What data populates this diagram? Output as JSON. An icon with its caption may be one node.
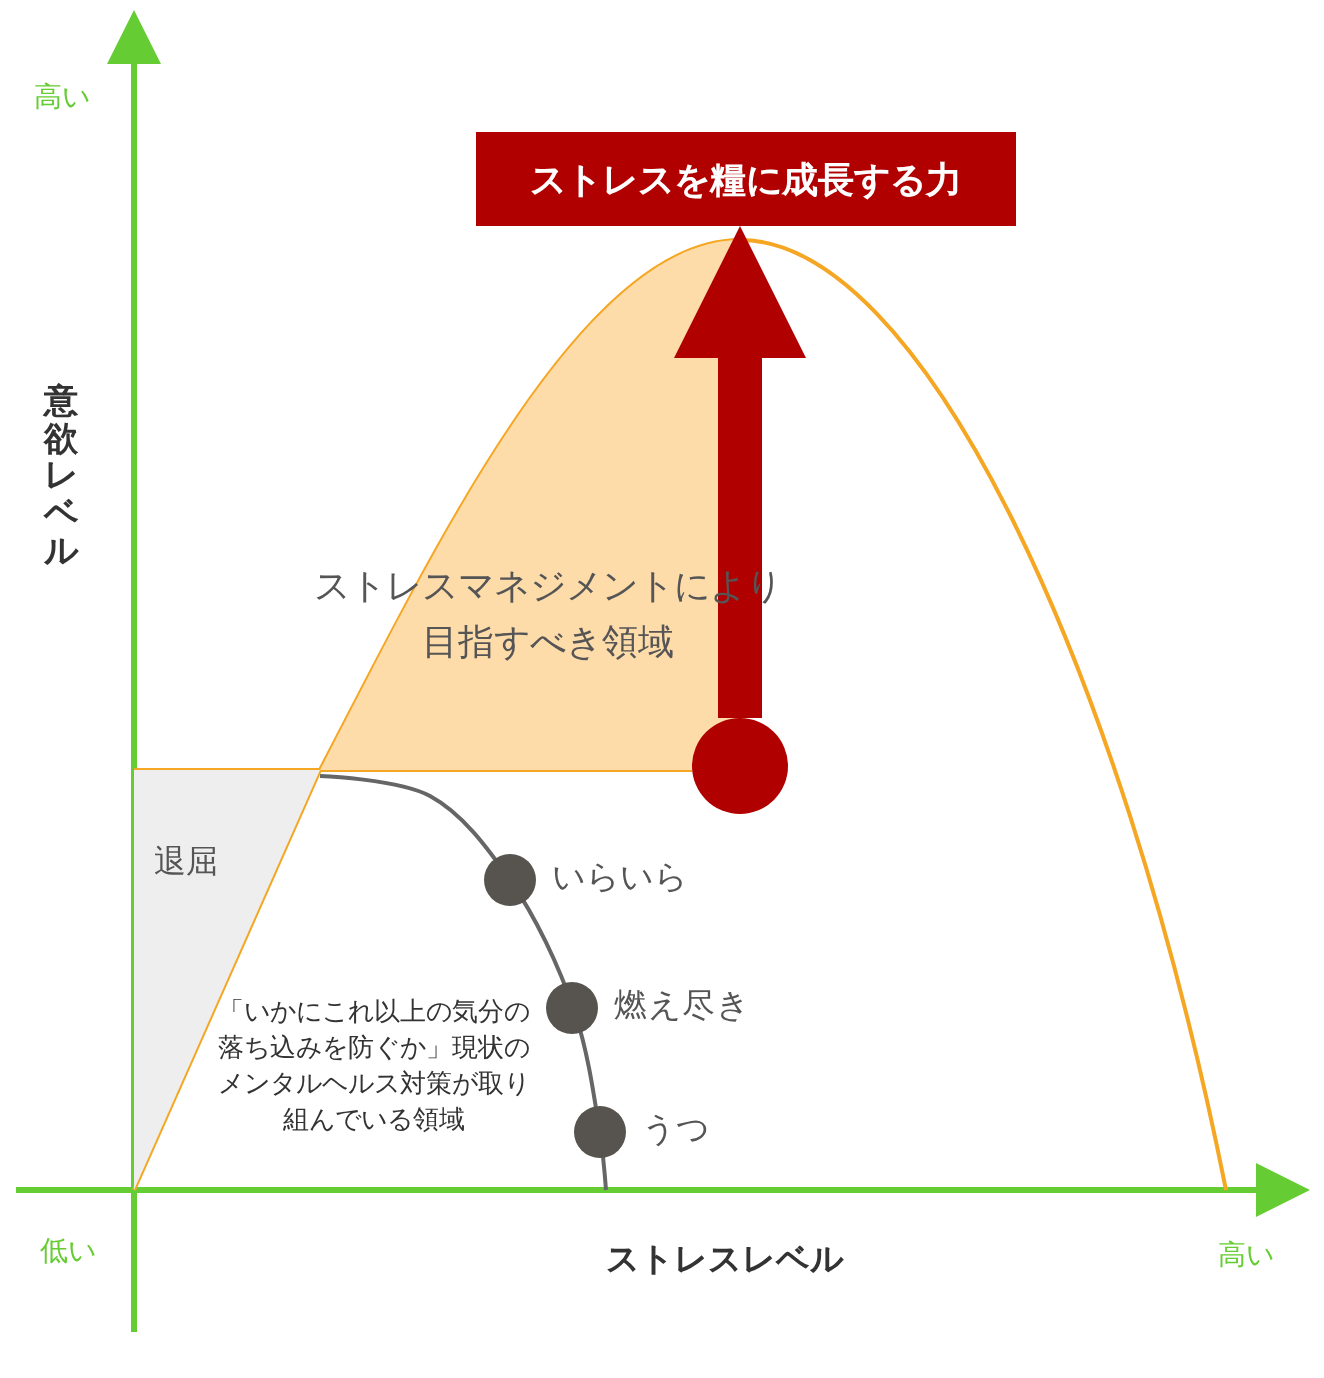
{
  "diagram": {
    "nodes": [
      {
        "text": [
          "ストレスを糧に成長する力"
        ]
      },
      {
        "text": [
          "ストレスマネジメントにより目指すべき領域"
        ]
      },
      {
        "text": [
          "退屈"
        ]
      },
      {
        "text": [],
        "shape": "circle"
      },
      {
        "text": [],
        "shape": "circle",
        "beside": [
          "いらいら"
        ]
      },
      {
        "text": [],
        "shape": "circle",
        "beside": [
          "燃え尽き"
        ]
      },
      {
        "text": [],
        "shape": "circle",
        "beside": [
          "うつ"
        ]
      }
    ],
    "edges": [
      {
        "from": 3,
        "to": 0,
        "arrow": "to"
      }
    ],
    "labels": [
      "高い",
      "意欲レベル",
      "「いかにこれ以上の気分の落ち込みを防ぐか」現状のメンタルヘルス対策が取り組んでいる領域",
      "低い",
      "ストレスレベル",
      "高い"
    ]
  }
}
